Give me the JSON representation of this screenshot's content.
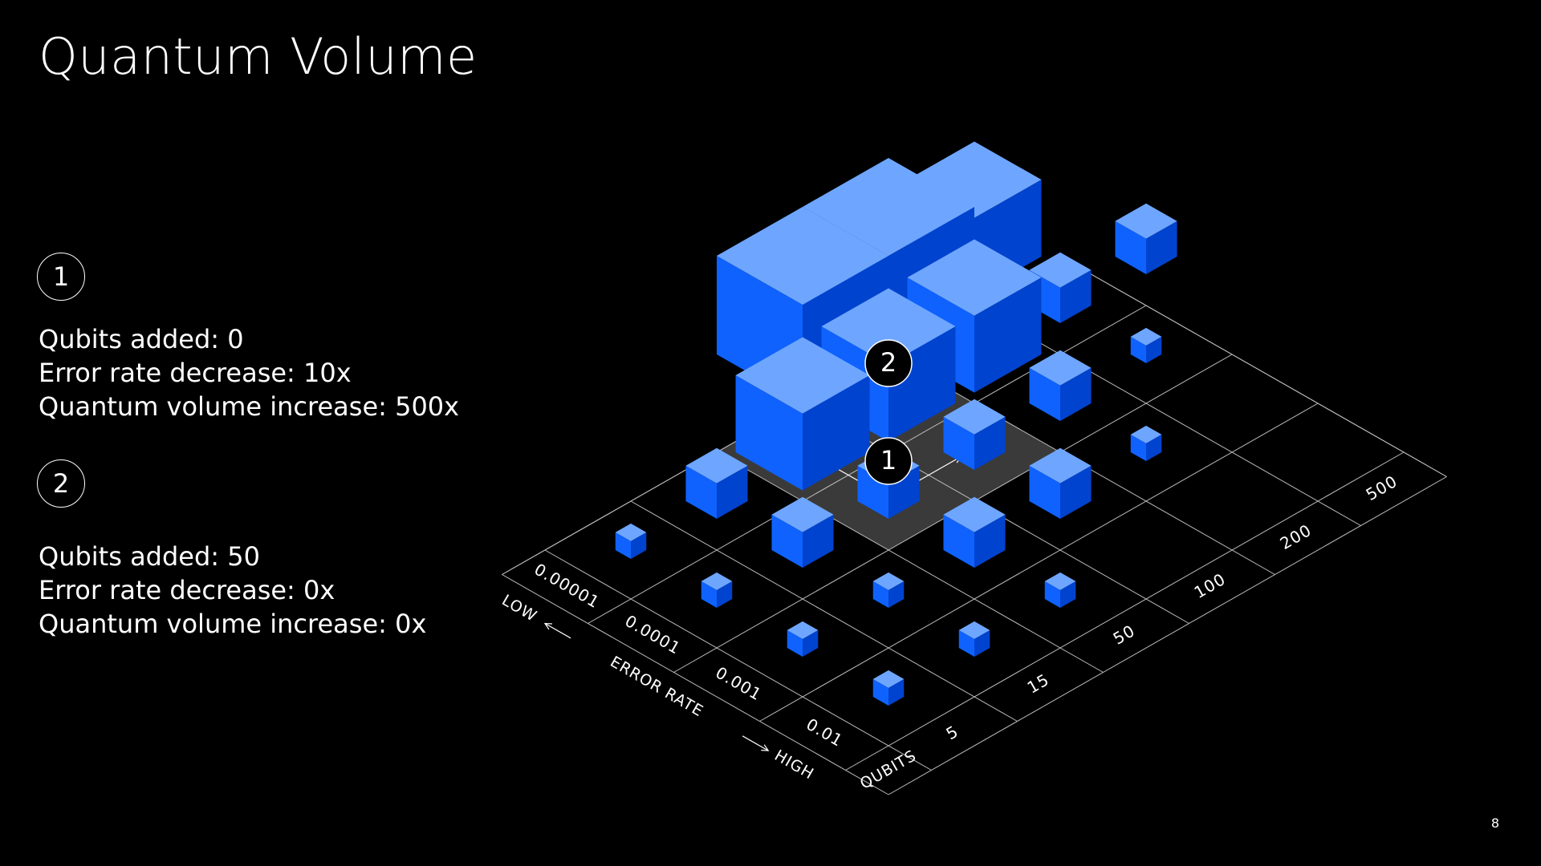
{
  "title": "Quantum Volume",
  "notes": [
    {
      "num": "1",
      "qubits_added": "Qubits added: 0",
      "error_rate_decrease": "Error rate decrease: 10x",
      "qv_increase": "Quantum volume increase: 500x"
    },
    {
      "num": "2",
      "qubits_added": "Qubits added: 50",
      "error_rate_decrease": "Error rate decrease: 0x",
      "qv_increase": "Quantum volume increase: 0x"
    }
  ],
  "diagram": {
    "qubit_axis_label": "QUBITS",
    "qubit_ticks": [
      "5",
      "15",
      "50",
      "100",
      "200",
      "500"
    ],
    "error_axis_low": "LOW",
    "error_axis_label": "ERROR RATE",
    "error_axis_high": "HIGH",
    "error_ticks": [
      "0.01",
      "0.001",
      "0.0001",
      "0.00001"
    ],
    "markers": [
      "1",
      "2"
    ],
    "colors": {
      "cube_top": "#6ea6ff",
      "cube_left": "#0f62fe",
      "cube_right": "#0043ce",
      "grid": "#bdbdbd",
      "highlight": "#3a3a3a"
    }
  },
  "page_number": "8"
}
